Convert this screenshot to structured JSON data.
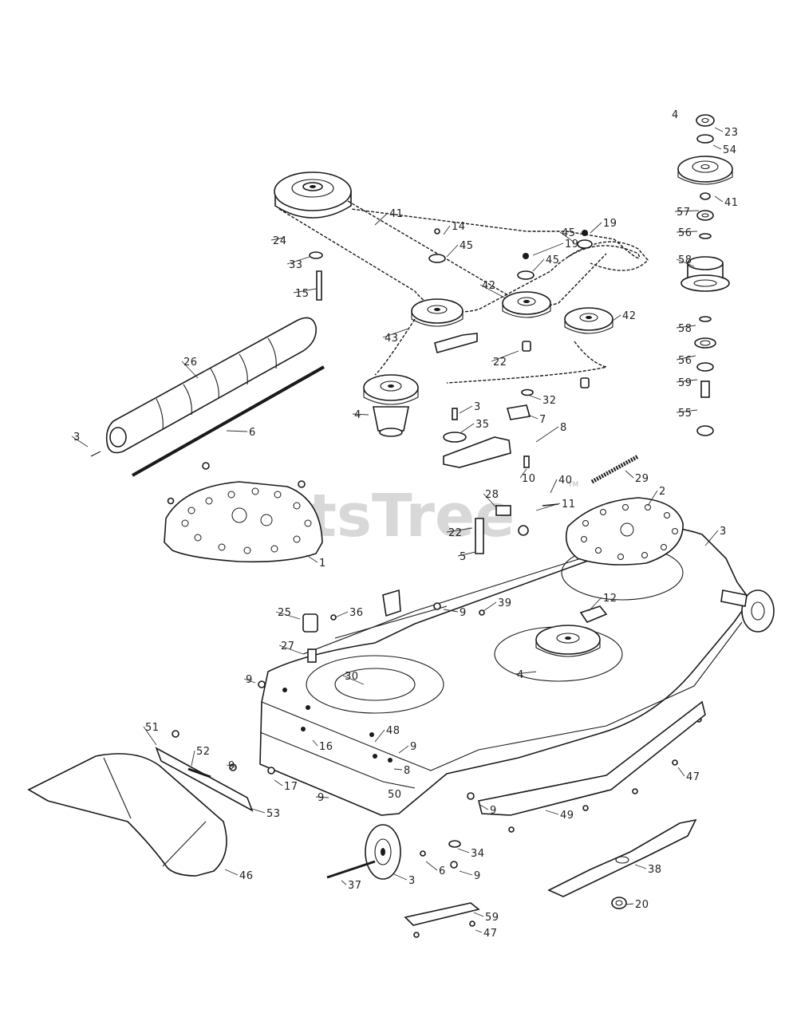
{
  "watermark": {
    "text": "PartsTree",
    "trademark": "TM"
  },
  "callouts": [
    {
      "id": "c-4a",
      "text": "4"
    },
    {
      "id": "c-23",
      "text": "23"
    },
    {
      "id": "c-54",
      "text": "54"
    },
    {
      "id": "c-41a",
      "text": "41"
    },
    {
      "id": "c-57",
      "text": "57"
    },
    {
      "id": "c-56a",
      "text": "56"
    },
    {
      "id": "c-58a",
      "text": "58"
    },
    {
      "id": "c-58b",
      "text": "58"
    },
    {
      "id": "c-56b",
      "text": "56"
    },
    {
      "id": "c-59",
      "text": "59"
    },
    {
      "id": "c-55",
      "text": "55"
    },
    {
      "id": "c-24",
      "text": "24"
    },
    {
      "id": "c-41b",
      "text": "41"
    },
    {
      "id": "c-33",
      "text": "33"
    },
    {
      "id": "c-15",
      "text": "15"
    },
    {
      "id": "c-14",
      "text": "14"
    },
    {
      "id": "c-45a",
      "text": "45"
    },
    {
      "id": "c-19a",
      "text": "19"
    },
    {
      "id": "c-19b",
      "text": "19"
    },
    {
      "id": "c-45b",
      "text": "45"
    },
    {
      "id": "c-45c",
      "text": "45"
    },
    {
      "id": "c-43",
      "text": "43"
    },
    {
      "id": "c-42a",
      "text": "42"
    },
    {
      "id": "c-42b",
      "text": "42"
    },
    {
      "id": "c-22a",
      "text": "22"
    },
    {
      "id": "c-32",
      "text": "32"
    },
    {
      "id": "c-26",
      "text": "26"
    },
    {
      "id": "c-6",
      "text": "6"
    },
    {
      "id": "c-3a",
      "text": "3"
    },
    {
      "id": "c-4b",
      "text": "4"
    },
    {
      "id": "c-3b",
      "text": "3"
    },
    {
      "id": "c-35",
      "text": "35"
    },
    {
      "id": "c-7",
      "text": "7"
    },
    {
      "id": "c-8",
      "text": "8"
    },
    {
      "id": "c-10",
      "text": "10"
    },
    {
      "id": "c-29",
      "text": "29"
    },
    {
      "id": "c-40",
      "text": "40"
    },
    {
      "id": "c-2",
      "text": "2"
    },
    {
      "id": "c-3c",
      "text": "3"
    },
    {
      "id": "c-28",
      "text": "28"
    },
    {
      "id": "c-11",
      "text": "11"
    },
    {
      "id": "c-22b",
      "text": "22"
    },
    {
      "id": "c-5a",
      "text": "5"
    },
    {
      "id": "c-1",
      "text": "1"
    },
    {
      "id": "c-25",
      "text": "25"
    },
    {
      "id": "c-36",
      "text": "36"
    },
    {
      "id": "c-9a",
      "text": "9"
    },
    {
      "id": "c-39",
      "text": "39"
    },
    {
      "id": "c-12",
      "text": "12"
    },
    {
      "id": "c-27",
      "text": "27"
    },
    {
      "id": "c-9b",
      "text": "9"
    },
    {
      "id": "c-30",
      "text": "30"
    },
    {
      "id": "c-4c",
      "text": "4"
    },
    {
      "id": "c-51",
      "text": "51"
    },
    {
      "id": "c-52",
      "text": "52"
    },
    {
      "id": "c-9c",
      "text": "9"
    },
    {
      "id": "c-48",
      "text": "48"
    },
    {
      "id": "c-16",
      "text": "16"
    },
    {
      "id": "c-9d",
      "text": "9"
    },
    {
      "id": "c-8b",
      "text": "8"
    },
    {
      "id": "c-17",
      "text": "17"
    },
    {
      "id": "c-53",
      "text": "53"
    },
    {
      "id": "c-50",
      "text": "50"
    },
    {
      "id": "c-9e",
      "text": "9"
    },
    {
      "id": "c-9f",
      "text": "9"
    },
    {
      "id": "c-47a",
      "text": "47"
    },
    {
      "id": "c-49",
      "text": "49"
    },
    {
      "id": "c-46",
      "text": "46"
    },
    {
      "id": "c-34",
      "text": "34"
    },
    {
      "id": "c-6b",
      "text": "6"
    },
    {
      "id": "c-9g",
      "text": "9"
    },
    {
      "id": "c-37",
      "text": "37"
    },
    {
      "id": "c-3d",
      "text": "3"
    },
    {
      "id": "c-38",
      "text": "38"
    },
    {
      "id": "c-20",
      "text": "20"
    },
    {
      "id": "c-59b",
      "text": "59"
    },
    {
      "id": "c-47b",
      "text": "47"
    }
  ]
}
